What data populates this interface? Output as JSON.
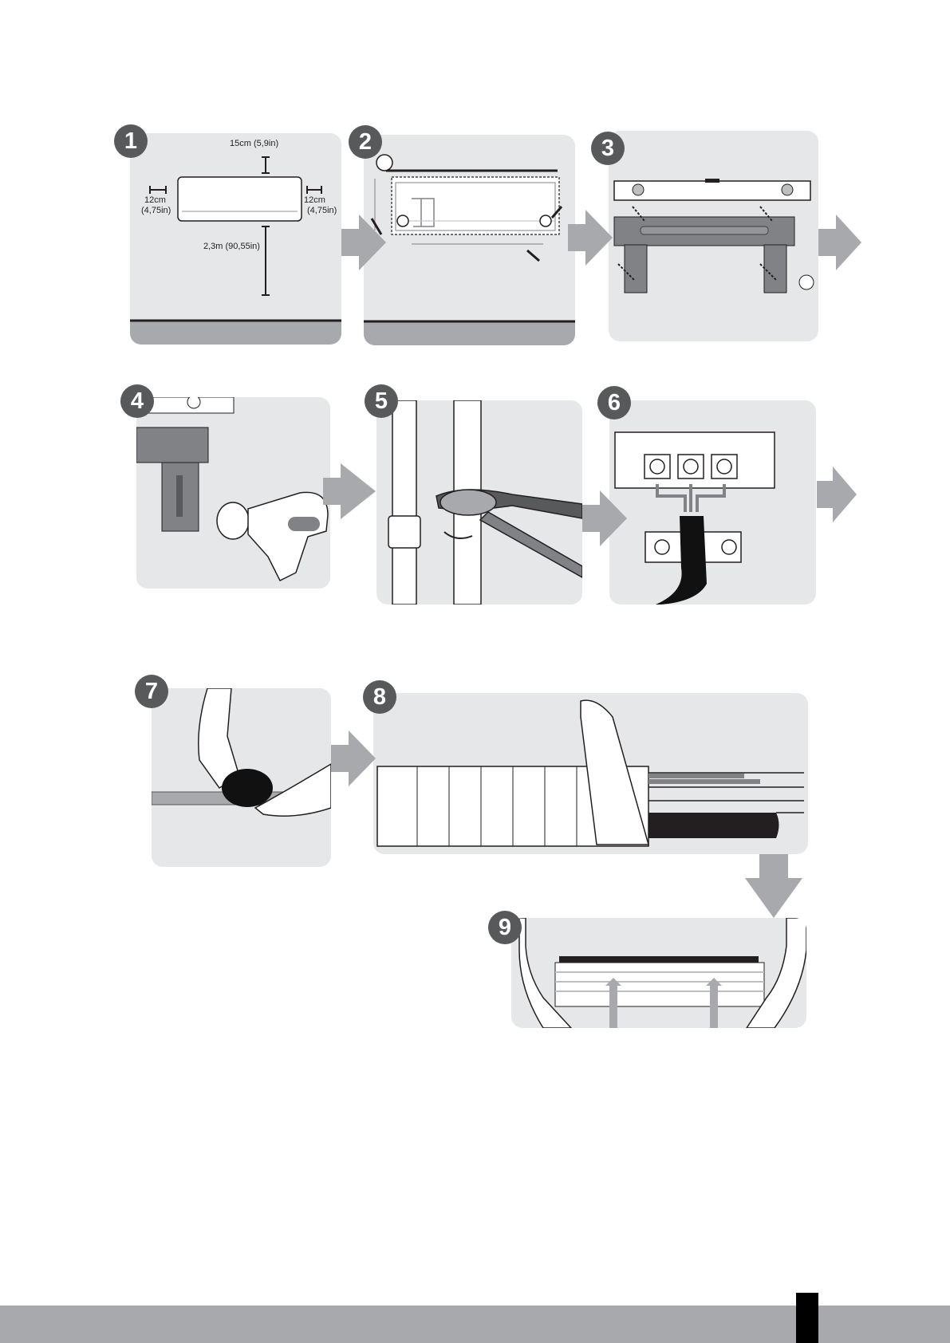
{
  "steps": [
    {
      "number": "1"
    },
    {
      "number": "2"
    },
    {
      "number": "3"
    },
    {
      "number": "4"
    },
    {
      "number": "5"
    },
    {
      "number": "6"
    },
    {
      "number": "7"
    },
    {
      "number": "8"
    },
    {
      "number": "9"
    }
  ],
  "step1": {
    "top_clearance": "15cm (5,9in)",
    "left_clearance": "12cm",
    "left_clearance_in": "(4,75in)",
    "right_clearance": "12cm",
    "right_clearance_in": "(4,75in)",
    "floor_height": "2,3m (90,55in)"
  },
  "colors": {
    "panel": "#e6e7e8",
    "badge": "#58595b",
    "arrow": "#a7a9ac",
    "floor": "#a7a9ac",
    "footer": "#a7a9ac",
    "footer_tab": "#000000"
  }
}
